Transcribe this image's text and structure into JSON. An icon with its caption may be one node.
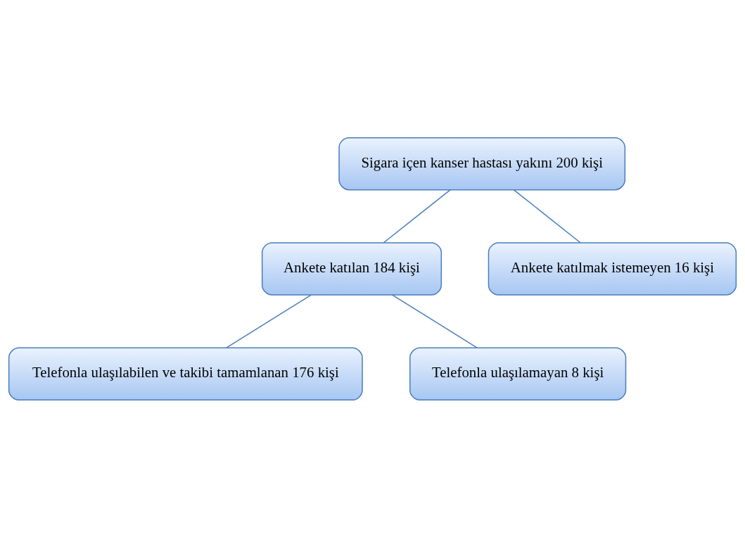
{
  "diagram": {
    "nodes": [
      {
        "text": [
          "Sigara içen kanser hastası yakını 200 kişi"
        ]
      },
      {
        "text": [
          "Ankete katılan 184 kişi"
        ]
      },
      {
        "text": [
          "Ankete katılmak istemeyen 16 kişi"
        ]
      },
      {
        "text": [
          "Telefonla ulaşılabilen ve takibi tamamlanan 176 kişi"
        ]
      },
      {
        "text": [
          "Telefonla ulaşılamayan 8 kişi"
        ]
      }
    ],
    "edges": [
      {
        "from": 0,
        "to": 1,
        "arrow": "none"
      },
      {
        "from": 0,
        "to": 2,
        "arrow": "none"
      },
      {
        "from": 1,
        "to": 3,
        "arrow": "none"
      },
      {
        "from": 1,
        "to": 4,
        "arrow": "none"
      }
    ]
  }
}
